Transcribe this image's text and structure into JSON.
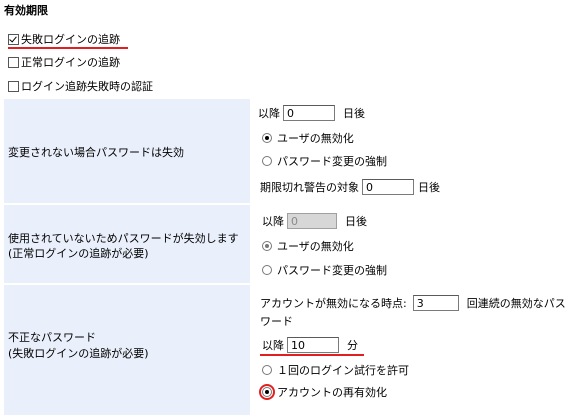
{
  "title": "有効期限",
  "checkboxes": {
    "failed_login": {
      "label": "失敗ログインの追跡",
      "checked": true
    },
    "normal_login": {
      "label": "正常ログインの追跡",
      "checked": false
    },
    "auth_on_fail": {
      "label": "ログイン追跡失敗時の認証",
      "checked": false
    }
  },
  "section1": {
    "label": "変更されない場合パスワードは失効",
    "after_prefix": "以降",
    "after_value": "0",
    "after_unit": "日後",
    "radio_disable": "ユーザの無効化",
    "radio_force": "パスワード変更の強制",
    "warn_label": "期限切れ警告の対象",
    "warn_value": "0",
    "warn_unit": "日後"
  },
  "section2": {
    "label_line1": "使用されていないためパスワードが失効します",
    "label_line2": "(正常ログインの追跡が必要)",
    "after_prefix": "以降",
    "after_value": "0",
    "after_unit": "日後",
    "radio_disable": "ユーザの無効化",
    "radio_force": "パスワード変更の強制"
  },
  "section3": {
    "label_line1": "不正なパスワード",
    "label_line2": "(失敗ログインの追跡が必要)",
    "disable_prefix": "アカウントが無効になる時点:",
    "disable_value": "3",
    "disable_suffix_1": "回連続の無効なパス",
    "disable_suffix_2": "ワード",
    "after_prefix": "以降",
    "after_value": "10",
    "after_unit": "分",
    "radio_allow_once": "１回のログイン試行を許可",
    "radio_reenable": "アカウントの再有効化"
  },
  "colors": {
    "section_bg": "#eaf0fb",
    "highlight_red": "#e02020"
  }
}
